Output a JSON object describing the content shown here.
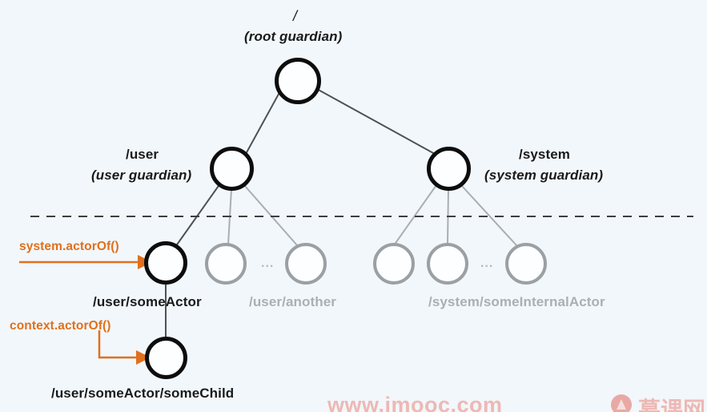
{
  "diagram": {
    "title_root_path": "/",
    "title_root_caption": "(root guardian)",
    "user_path": "/user",
    "user_caption": "(user guardian)",
    "system_path": "/system",
    "system_caption": "(system guardian)",
    "some_actor_path": "/user/someActor",
    "another_path": "/user/another",
    "internal_actor_path": "/system/someInternalActor",
    "some_child_path": "/user/someActor/someChild",
    "annotation_system_actor_of": "system.actorOf()",
    "annotation_context_actor_of": "context.actorOf()",
    "ellipsis_user": "...",
    "ellipsis_system": "...",
    "colors": {
      "background": "#f2f7fb",
      "node_dark": "#0d0d0d",
      "node_gray": "#9aa0a3",
      "edge_dark": "#4d5254",
      "edge_gray": "#a8aeb2",
      "annotation": "#e0701c",
      "muted_text": "#a9b0b5",
      "watermark": "#eeb8b4"
    }
  },
  "watermark": {
    "url": "www.imooc.com",
    "brand_cn": "慕课网"
  }
}
